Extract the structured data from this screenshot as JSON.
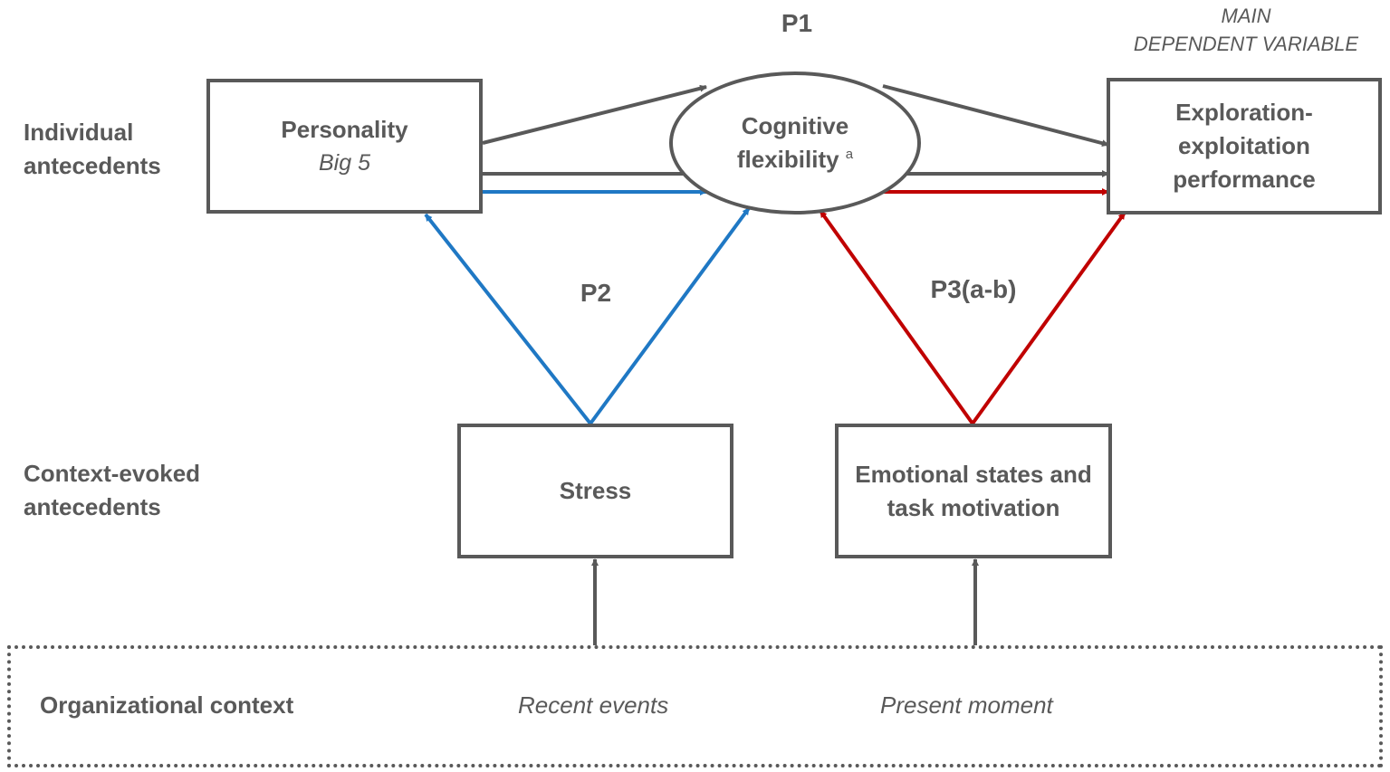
{
  "colors": {
    "gray": "#595959",
    "blue": "#1f78c4",
    "red": "#c00000"
  },
  "row_labels": {
    "individual": [
      "Individual",
      "antecedents"
    ],
    "context": [
      "Context-evoked",
      "antecedents"
    ]
  },
  "boxes": {
    "personality": {
      "title": "Personality",
      "subtitle": "Big 5"
    },
    "cognitive": {
      "line1": "Cognitive",
      "line2": "flexibility",
      "sup": "a"
    },
    "exploration": {
      "line1": "Exploration-",
      "line2": "exploitation",
      "line3": "performance"
    },
    "stress": {
      "title": "Stress"
    },
    "emotional": {
      "line1": "Emotional states and",
      "line2": "task motivation"
    }
  },
  "propositions": {
    "p1": "P1",
    "p2": "P2",
    "p3": "P3(a-b)"
  },
  "main_dv": {
    "line1": "MAIN",
    "line2": "DEPENDENT VARIABLE"
  },
  "context": {
    "title": "Organizational context",
    "recent": "Recent events",
    "present": "Present moment"
  }
}
